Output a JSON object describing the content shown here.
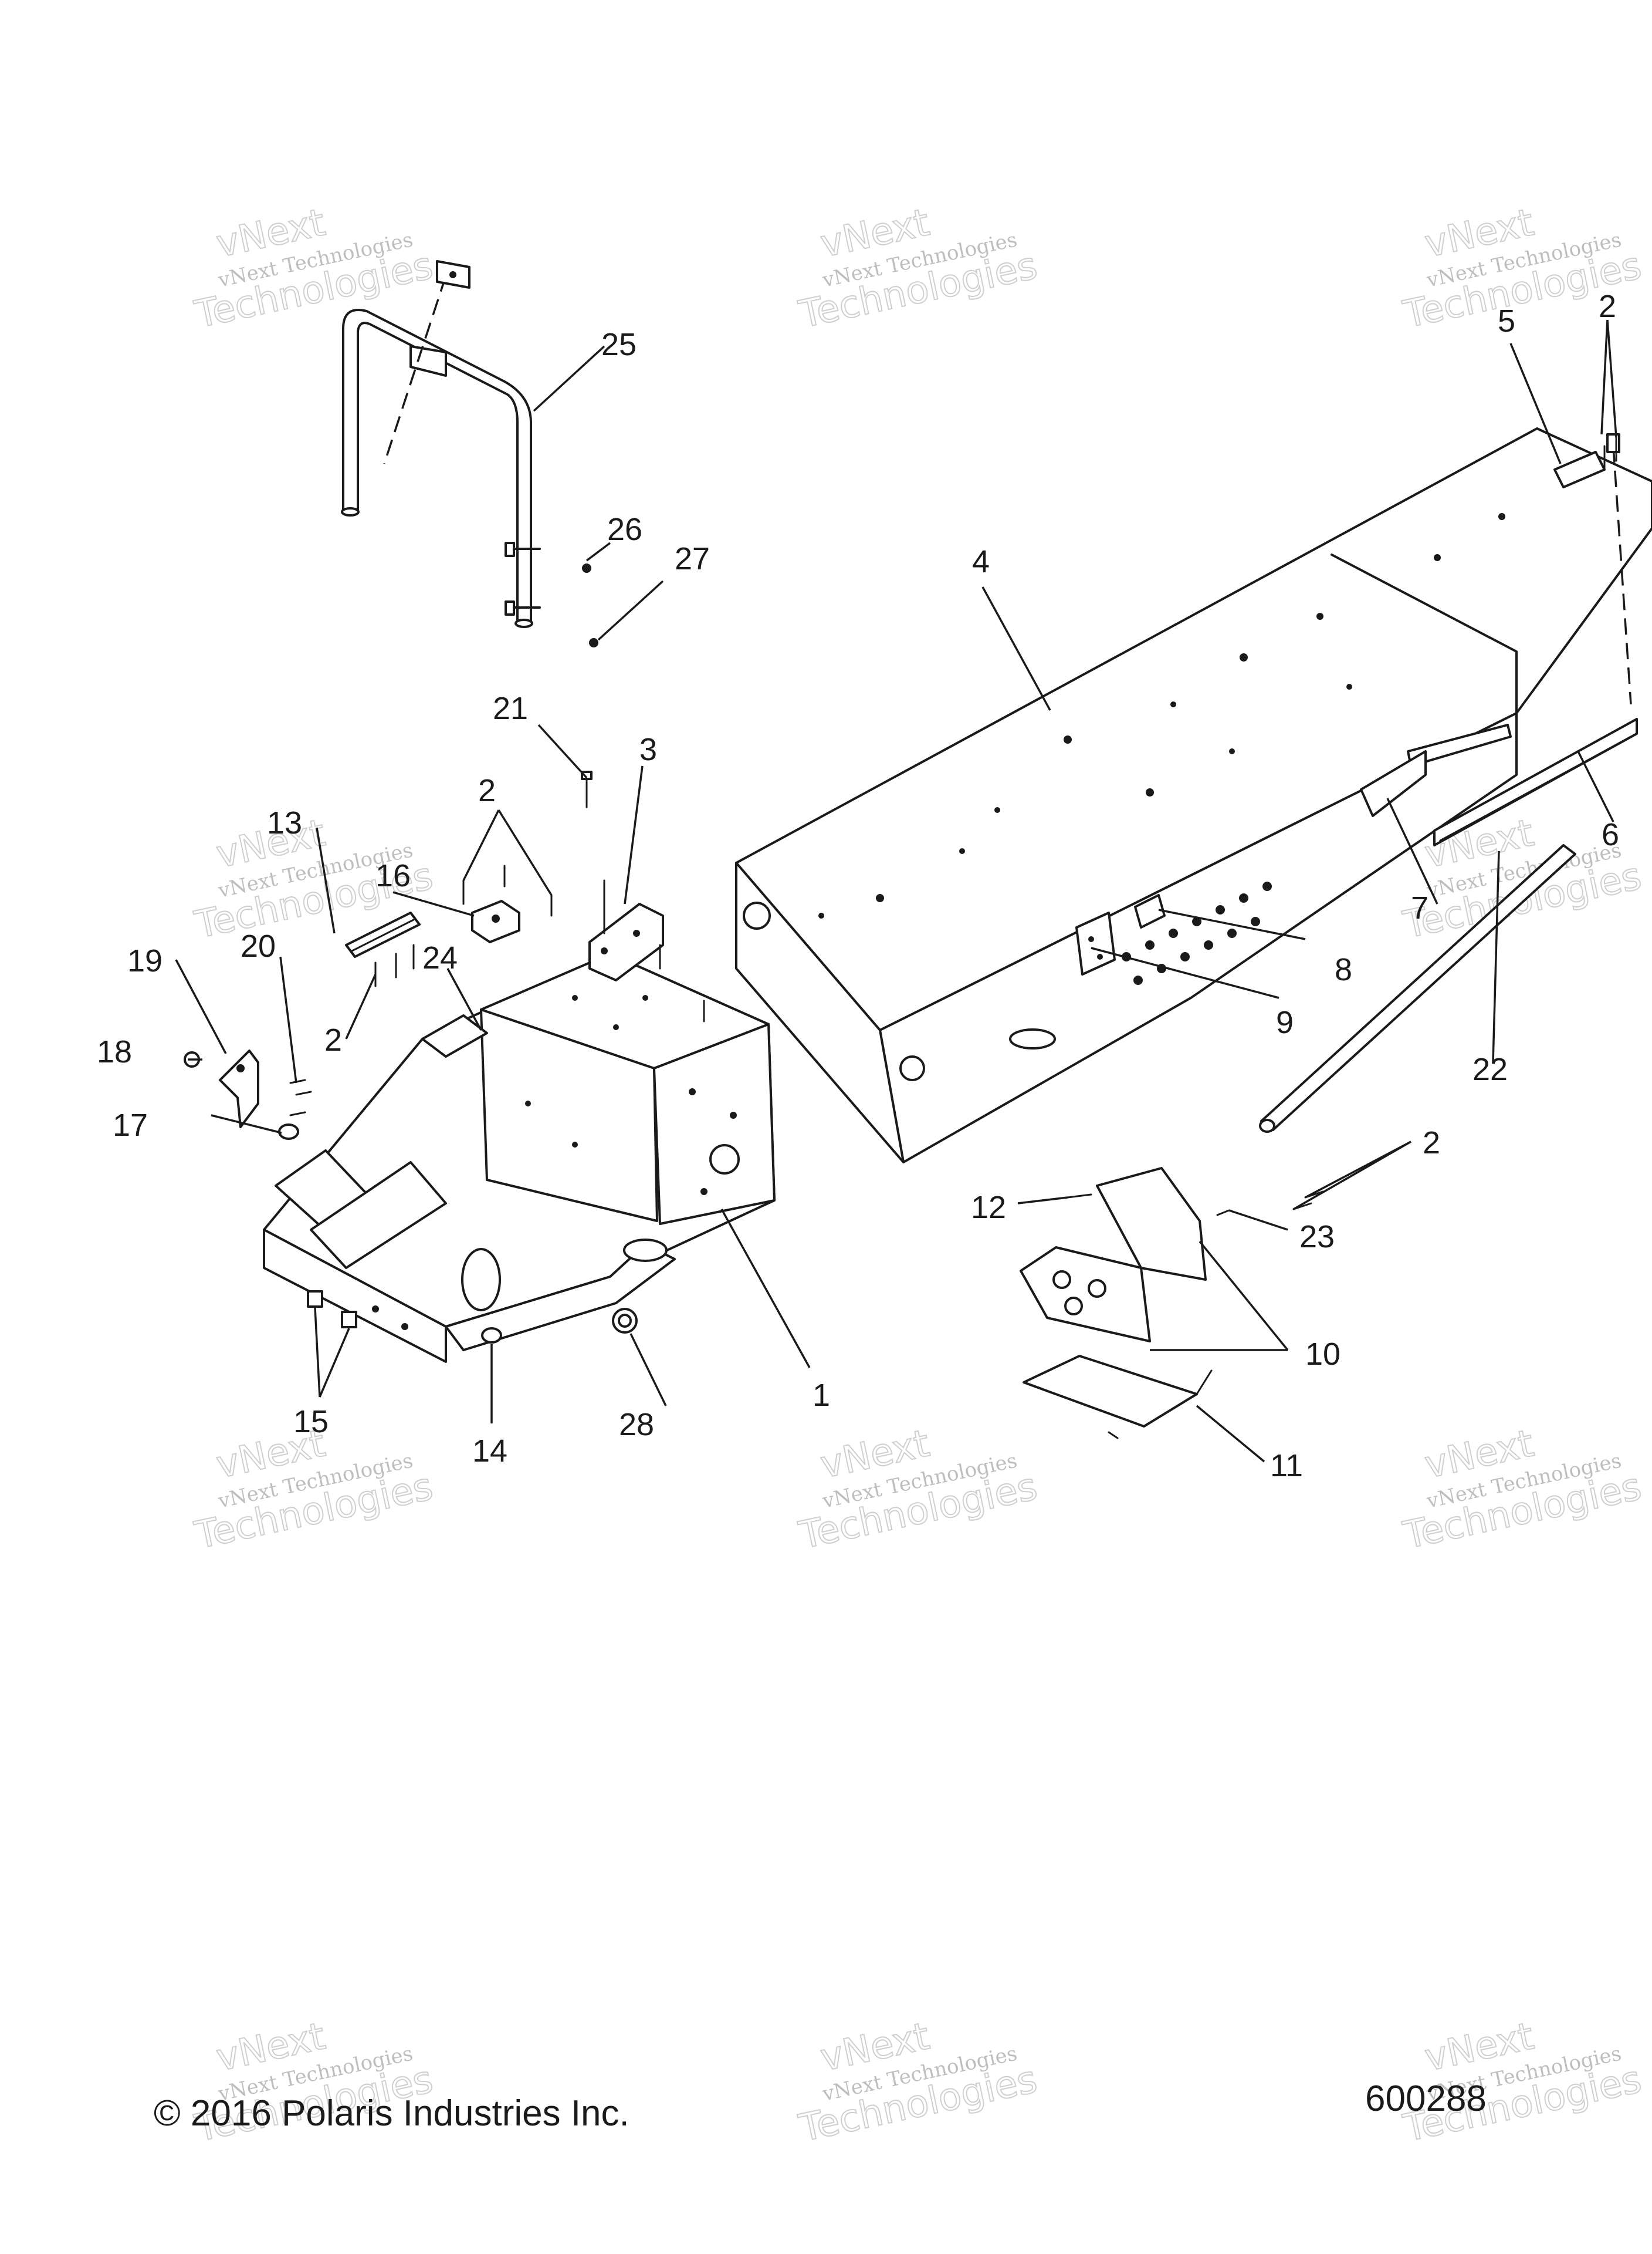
{
  "footer": {
    "copyright": "© 2016 Polaris Industries Inc.",
    "drawing_number": "600288"
  },
  "watermark": {
    "line1": "vNext Technologies",
    "line2": "vNext",
    "line3": "Technologies"
  },
  "callouts": [
    "1",
    "2",
    "3",
    "4",
    "5",
    "6",
    "7",
    "8",
    "9",
    "10",
    "11",
    "12",
    "13",
    "14",
    "15",
    "16",
    "17",
    "18",
    "19",
    "20",
    "21",
    "22",
    "23",
    "24",
    "25",
    "26",
    "27",
    "28"
  ],
  "colors": {
    "ink": "#1a1a1a",
    "watermark": "#8a8a8a",
    "background": "#ffffff"
  }
}
